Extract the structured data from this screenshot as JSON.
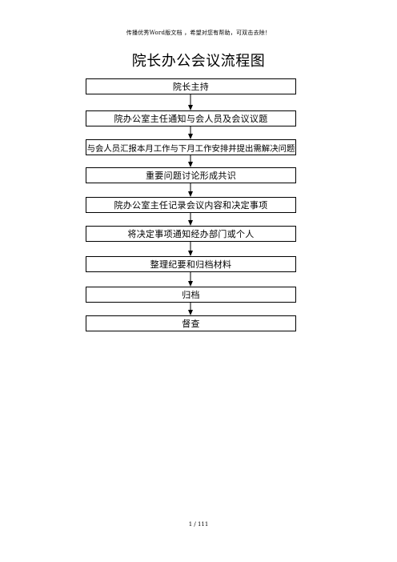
{
  "header_note": "传播优秀Word版文档 ，希望对您有帮助，可双击去除！",
  "title": "院长办公会议流程图",
  "steps": [
    "院长主持",
    "院办公室主任通知与会人员及会议议题",
    "与会人员汇报本月工作与下月工作安排并提出需解决问题",
    "重要问题讨论形成共识",
    "院办公室主任记录会议内容和决定事项",
    "将决定事项通知经办部门或个人",
    "整理纪要和归档材料",
    "归档",
    "督查"
  ],
  "page_number": "1 / 111"
}
